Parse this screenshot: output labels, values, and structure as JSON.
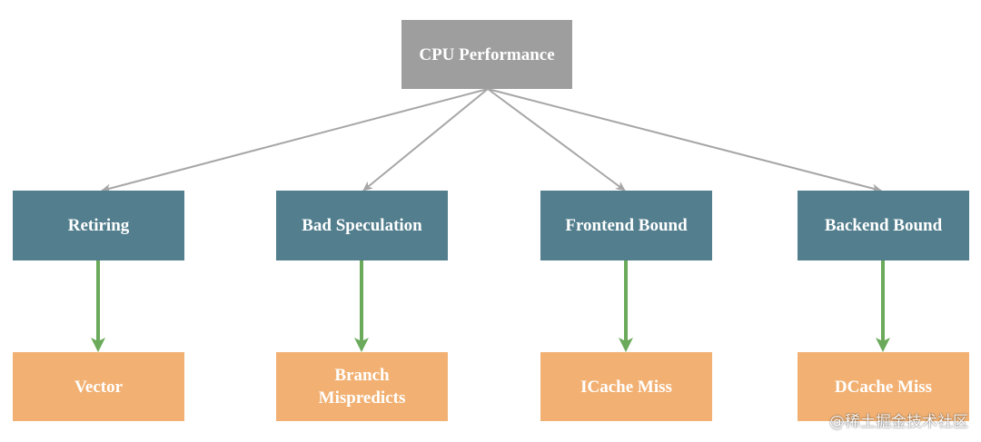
{
  "diagram": {
    "root": {
      "label": "CPU Performance"
    },
    "categories": [
      {
        "label": "Retiring",
        "child": "Vector"
      },
      {
        "label": "Bad Speculation",
        "child": "Branch\nMispredicts"
      },
      {
        "label": "Frontend Bound",
        "child": "ICache Miss"
      },
      {
        "label": "Backend Bound",
        "child": "DCache Miss"
      }
    ],
    "colors": {
      "root_fill": "#9e9e9e",
      "category_fill": "#527e8d",
      "leaf_fill": "#f2b173",
      "root_edge": "#a6a6a6",
      "leaf_edge": "#6aaa5a"
    }
  },
  "watermark": "@稀土掘金技术社区"
}
